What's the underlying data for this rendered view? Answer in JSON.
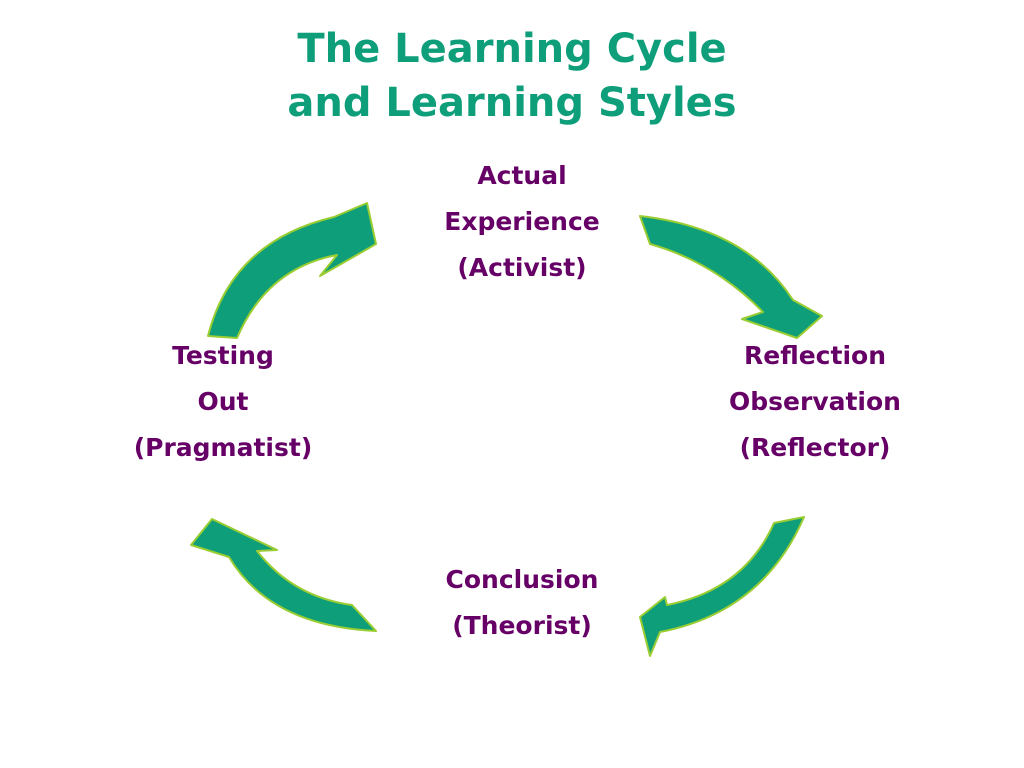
{
  "title": {
    "line1": "The Learning Cycle",
    "line2": "and Learning Styles"
  },
  "colors": {
    "title": "#0E9E7A",
    "stage_text": "#660066",
    "arrow_fill": "#0E9E7A",
    "arrow_outline": "#9ACD32",
    "background": "#FFFFFF"
  },
  "stages": {
    "top": {
      "line1": "Actual",
      "line2": "Experience",
      "style": "(Activist)"
    },
    "right": {
      "line1": "Reflection",
      "line2": "Observation",
      "style": "(Reflector)"
    },
    "bottom": {
      "line1": "Conclusion",
      "style": "(Theorist)"
    },
    "left": {
      "line1": "Testing",
      "line2": "Out",
      "style": "(Pragmatist)"
    }
  }
}
